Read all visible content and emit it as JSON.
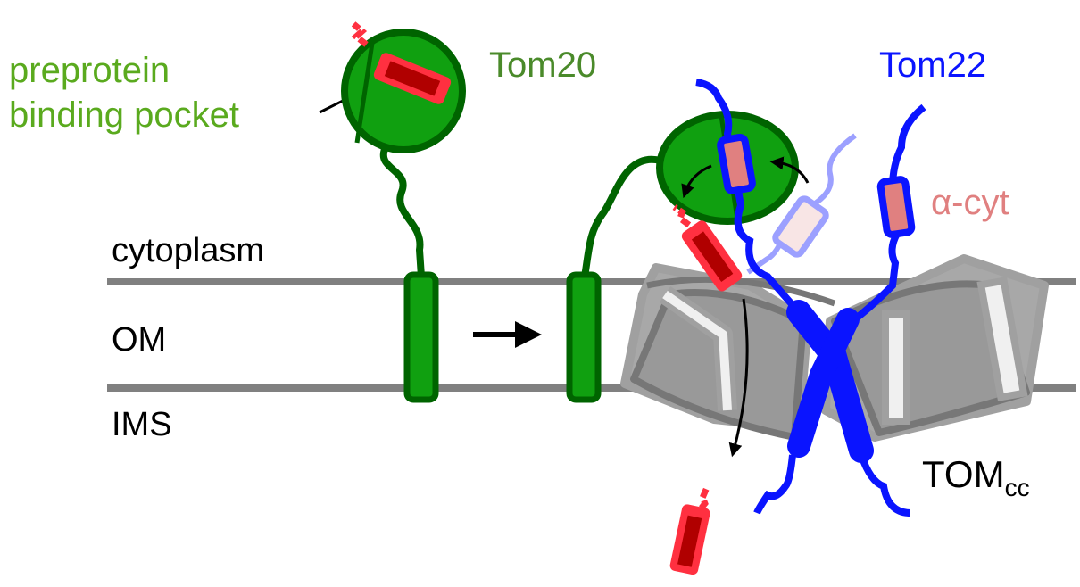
{
  "labels": {
    "binding_pocket_line1": "preprotein",
    "binding_pocket_line2": "binding pocket",
    "tom20": "Tom20",
    "tom22": "Tom22",
    "alpha_cyt": "α-cyt",
    "cytoplasm": "cytoplasm",
    "om": "OM",
    "ims": "IMS",
    "tomcc_main": "TOM",
    "tomcc_sub": "cc"
  },
  "colors": {
    "tom20_fill": "#10a010",
    "tom20_stroke": "#006400",
    "label_green": "#5aaa1e",
    "tom20_label": "#4a8a2a",
    "tom22_blue": "#0a14ff",
    "alpha_cyt": "#e08080",
    "preprotein_red": "#ff3040",
    "preprotein_dark": "#b00000",
    "membrane": "#808080"
  }
}
